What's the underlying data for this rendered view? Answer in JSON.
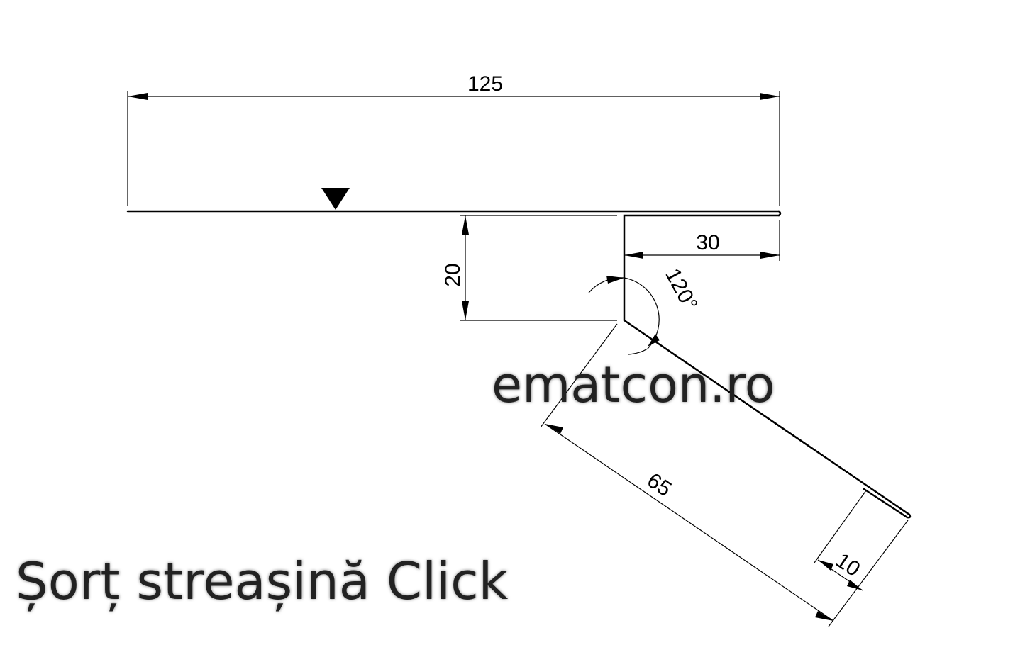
{
  "title": "Șorț streașină Click",
  "watermark": "ematcon.ro",
  "dimensions": {
    "overall_width": "125",
    "lip_width": "30",
    "drop_height": "20",
    "bend_angle": "120°",
    "slope_length": "65",
    "hem_length": "10"
  },
  "colors": {
    "line": "#000000",
    "text": "#222222",
    "background": "#ffffff"
  }
}
